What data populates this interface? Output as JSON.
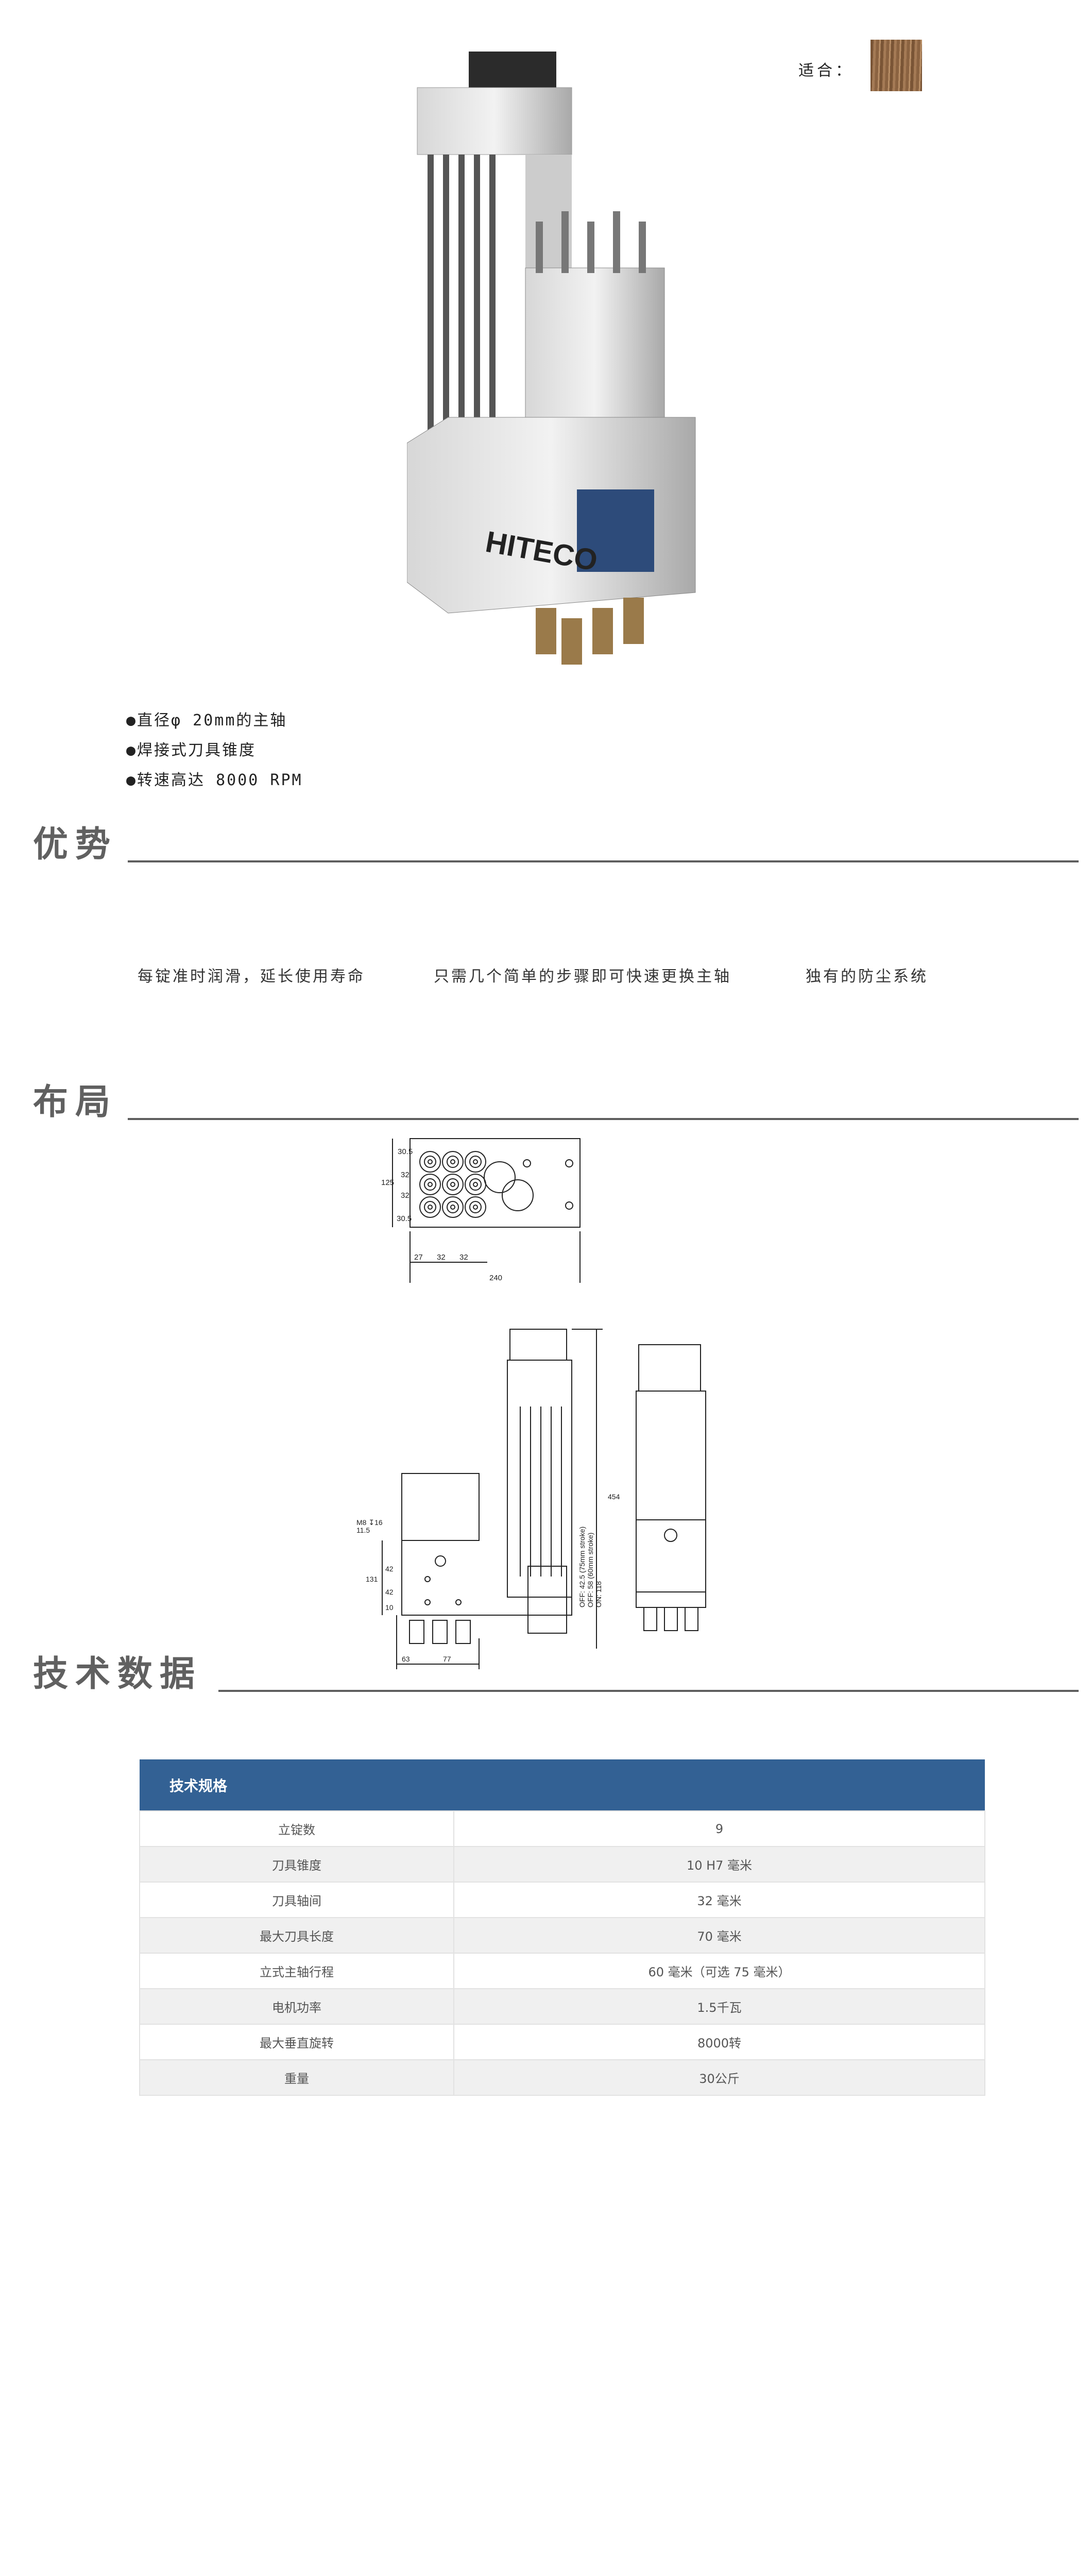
{
  "suitable": {
    "label": "适合：",
    "swatch_icon": "wood-texture-swatch"
  },
  "product": {
    "brand_logo": "HITECO"
  },
  "features": [
    "●直径φ 20mm的主轴",
    "●焊接式刀具锥度",
    "●转速高达 8000 RPM"
  ],
  "sections": {
    "advantages": "优势",
    "layout": "布局",
    "tech_data": "技术数据"
  },
  "advantages": [
    "每锭准时润滑，延长使用寿命",
    "只需几个简单的步骤即可快速更换主轴",
    "独有的防尘系统"
  ],
  "drawing_top": {
    "dims": [
      "125",
      "30.5",
      "32",
      "32",
      "30.5",
      "27",
      "32",
      "32",
      "240"
    ]
  },
  "drawing_side": {
    "dims": [
      "M8 ↧16",
      "11.5",
      "131",
      "42",
      "42",
      "10",
      "454",
      "OFF: 42.5 (75mm stroke)",
      "OFF: 58 (60mm stroke)",
      "ON: 118",
      "63",
      "77"
    ]
  },
  "spec_table": {
    "title": "技术规格",
    "rows": [
      {
        "k": "立锭数",
        "v": "9"
      },
      {
        "k": "刀具锥度",
        "v": "10 H7 毫米"
      },
      {
        "k": "刀具轴间",
        "v": "32 毫米"
      },
      {
        "k": "最大刀具长度",
        "v": "70 毫米"
      },
      {
        "k": "立式主轴行程",
        "v": "60 毫米（可选 75 毫米）"
      },
      {
        "k": "电机功率",
        "v": "1.5千瓦"
      },
      {
        "k": "最大垂直旋转",
        "v": "8000转"
      },
      {
        "k": "重量",
        "v": "30公斤"
      }
    ]
  }
}
